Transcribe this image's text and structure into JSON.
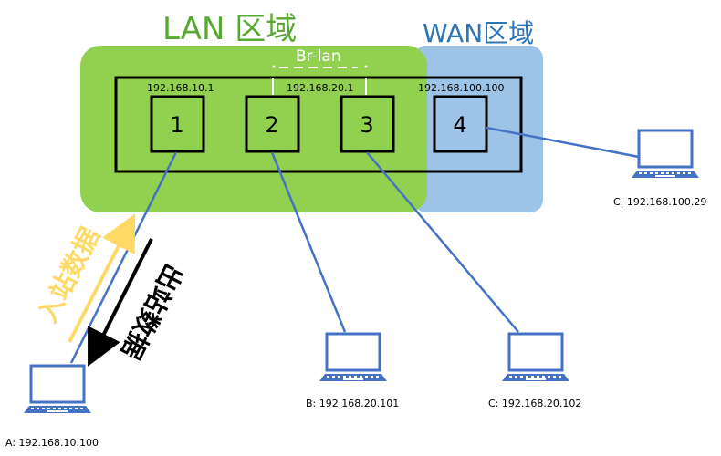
{
  "zones": {
    "lan": {
      "title": "LAN 区域",
      "color": "#92d050",
      "title_color": "#5aa834"
    },
    "wan": {
      "title": "WAN区域",
      "color": "#9dc3e6",
      "title_color": "#2e75b6"
    }
  },
  "bridge": {
    "label": "Br-lan"
  },
  "ports": [
    {
      "label": "1",
      "ip": "192.168.10.1"
    },
    {
      "label": "2",
      "ip": "192.168.20.1"
    },
    {
      "label": "3",
      "ip": ""
    },
    {
      "label": "4",
      "ip": "192.168.100.100"
    }
  ],
  "computers": [
    {
      "label": "A: 192.168.10.100",
      "port": "1"
    },
    {
      "label": "B: 192.168.20.101",
      "port": "2"
    },
    {
      "label": "C: 192.168.20.102",
      "port": "3"
    },
    {
      "label": "C: 192.168.100.29",
      "port": "4"
    }
  ],
  "flows": {
    "inbound": {
      "label": "入站数据",
      "color": "#ffd966"
    },
    "outbound": {
      "label": "出站数据",
      "color": "#000000"
    }
  },
  "colors": {
    "link": "#4472c4",
    "pc_stroke": "#4472c4",
    "box_stroke": "#000000"
  }
}
